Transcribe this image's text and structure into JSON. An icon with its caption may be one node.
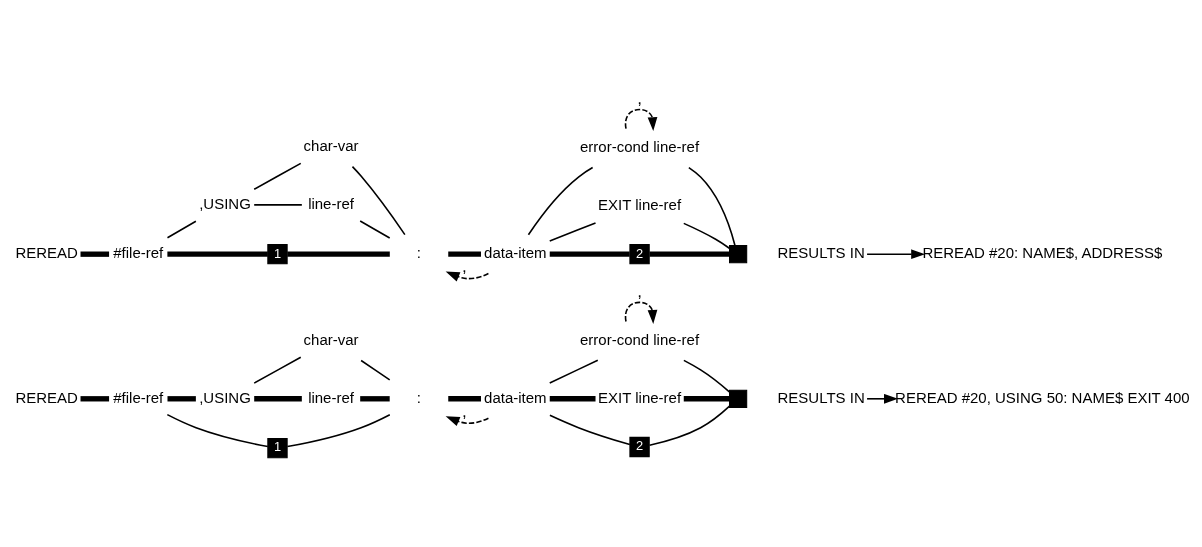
{
  "diagram": {
    "nodes": [
      {
        "text": [
          "REREAD"
        ]
      },
      {
        "text": [
          "#file-ref"
        ]
      },
      {
        "text": [
          ",USING"
        ]
      },
      {
        "text": [
          "char-var"
        ]
      },
      {
        "text": [
          "line-ref"
        ]
      },
      {
        "text": [
          "1"
        ]
      },
      {
        "text": [
          ":"
        ]
      },
      {
        "text": [
          "data-item"
        ]
      },
      {
        "text": [
          "error-cond line-ref"
        ]
      },
      {
        "text": [
          "EXIT line-ref"
        ]
      },
      {
        "text": [
          "2"
        ]
      },
      {
        "text": [],
        "shape": "box"
      },
      {
        "text": [
          "RESULTS IN"
        ]
      },
      {
        "text": [
          "REREAD #20: NAME$, ADDRESS$"
        ]
      },
      {
        "text": [
          "REREAD"
        ]
      },
      {
        "text": [
          "#file-ref"
        ]
      },
      {
        "text": [
          ",USING"
        ]
      },
      {
        "text": [
          "char-var"
        ]
      },
      {
        "text": [
          "line-ref"
        ]
      },
      {
        "text": [
          "1"
        ]
      },
      {
        "text": [
          ":"
        ]
      },
      {
        "text": [
          "data-item"
        ]
      },
      {
        "text": [
          "error-cond line-ref"
        ]
      },
      {
        "text": [
          "EXIT line-ref"
        ]
      },
      {
        "text": [
          "2"
        ]
      },
      {
        "text": [],
        "shape": "box"
      },
      {
        "text": [
          "RESULTS IN"
        ]
      },
      {
        "text": [
          "REREAD #20, USING 50: NAME$ EXIT 400"
        ]
      }
    ],
    "edges": [
      {
        "from": 0,
        "to": 1,
        "arrow": "none",
        "style": "thick"
      },
      {
        "from": 1,
        "to": 2,
        "arrow": "none"
      },
      {
        "from": 1,
        "to": 5,
        "arrow": "none",
        "style": "thick"
      },
      {
        "from": 2,
        "to": 3,
        "arrow": "none"
      },
      {
        "from": 2,
        "to": 4,
        "arrow": "none"
      },
      {
        "from": 3,
        "to": 6,
        "arrow": "none"
      },
      {
        "from": 4,
        "to": 6,
        "arrow": "none"
      },
      {
        "from": 5,
        "to": 6,
        "arrow": "none",
        "style": "thick"
      },
      {
        "from": 6,
        "to": 7,
        "arrow": "none",
        "style": "thick"
      },
      {
        "from": 7,
        "to": 6,
        "arrow": "to",
        "label": ",",
        "style": "dashed"
      },
      {
        "from": 7,
        "to": 8,
        "arrow": "none"
      },
      {
        "from": 7,
        "to": 9,
        "arrow": "none"
      },
      {
        "from": 7,
        "to": 10,
        "arrow": "none",
        "style": "thick"
      },
      {
        "from": 8,
        "to": 8,
        "arrow": "to",
        "label": ",",
        "style": "dashed"
      },
      {
        "from": 8,
        "to": 11,
        "arrow": "none"
      },
      {
        "from": 9,
        "to": 11,
        "arrow": "none"
      },
      {
        "from": 10,
        "to": 11,
        "arrow": "none",
        "style": "thick"
      },
      {
        "from": 12,
        "to": 13,
        "arrow": "to"
      },
      {
        "from": 14,
        "to": 15,
        "arrow": "none",
        "style": "thick"
      },
      {
        "from": 15,
        "to": 16,
        "arrow": "none",
        "style": "thick"
      },
      {
        "from": 15,
        "to": 19,
        "arrow": "none"
      },
      {
        "from": 16,
        "to": 17,
        "arrow": "none"
      },
      {
        "from": 16,
        "to": 18,
        "arrow": "none",
        "style": "thick"
      },
      {
        "from": 17,
        "to": 20,
        "arrow": "none"
      },
      {
        "from": 18,
        "to": 20,
        "arrow": "none",
        "style": "thick"
      },
      {
        "from": 19,
        "to": 20,
        "arrow": "none"
      },
      {
        "from": 20,
        "to": 21,
        "arrow": "none",
        "style": "thick"
      },
      {
        "from": 21,
        "to": 20,
        "arrow": "to",
        "label": ",",
        "style": "dashed"
      },
      {
        "from": 21,
        "to": 22,
        "arrow": "none"
      },
      {
        "from": 21,
        "to": 23,
        "arrow": "none",
        "style": "thick"
      },
      {
        "from": 21,
        "to": 24,
        "arrow": "none"
      },
      {
        "from": 22,
        "to": 22,
        "arrow": "to",
        "label": ",",
        "style": "dashed"
      },
      {
        "from": 22,
        "to": 25,
        "arrow": "none"
      },
      {
        "from": 23,
        "to": 25,
        "arrow": "none",
        "style": "thick"
      },
      {
        "from": 24,
        "to": 25,
        "arrow": "none"
      },
      {
        "from": 26,
        "to": 27,
        "arrow": "to"
      }
    ]
  }
}
